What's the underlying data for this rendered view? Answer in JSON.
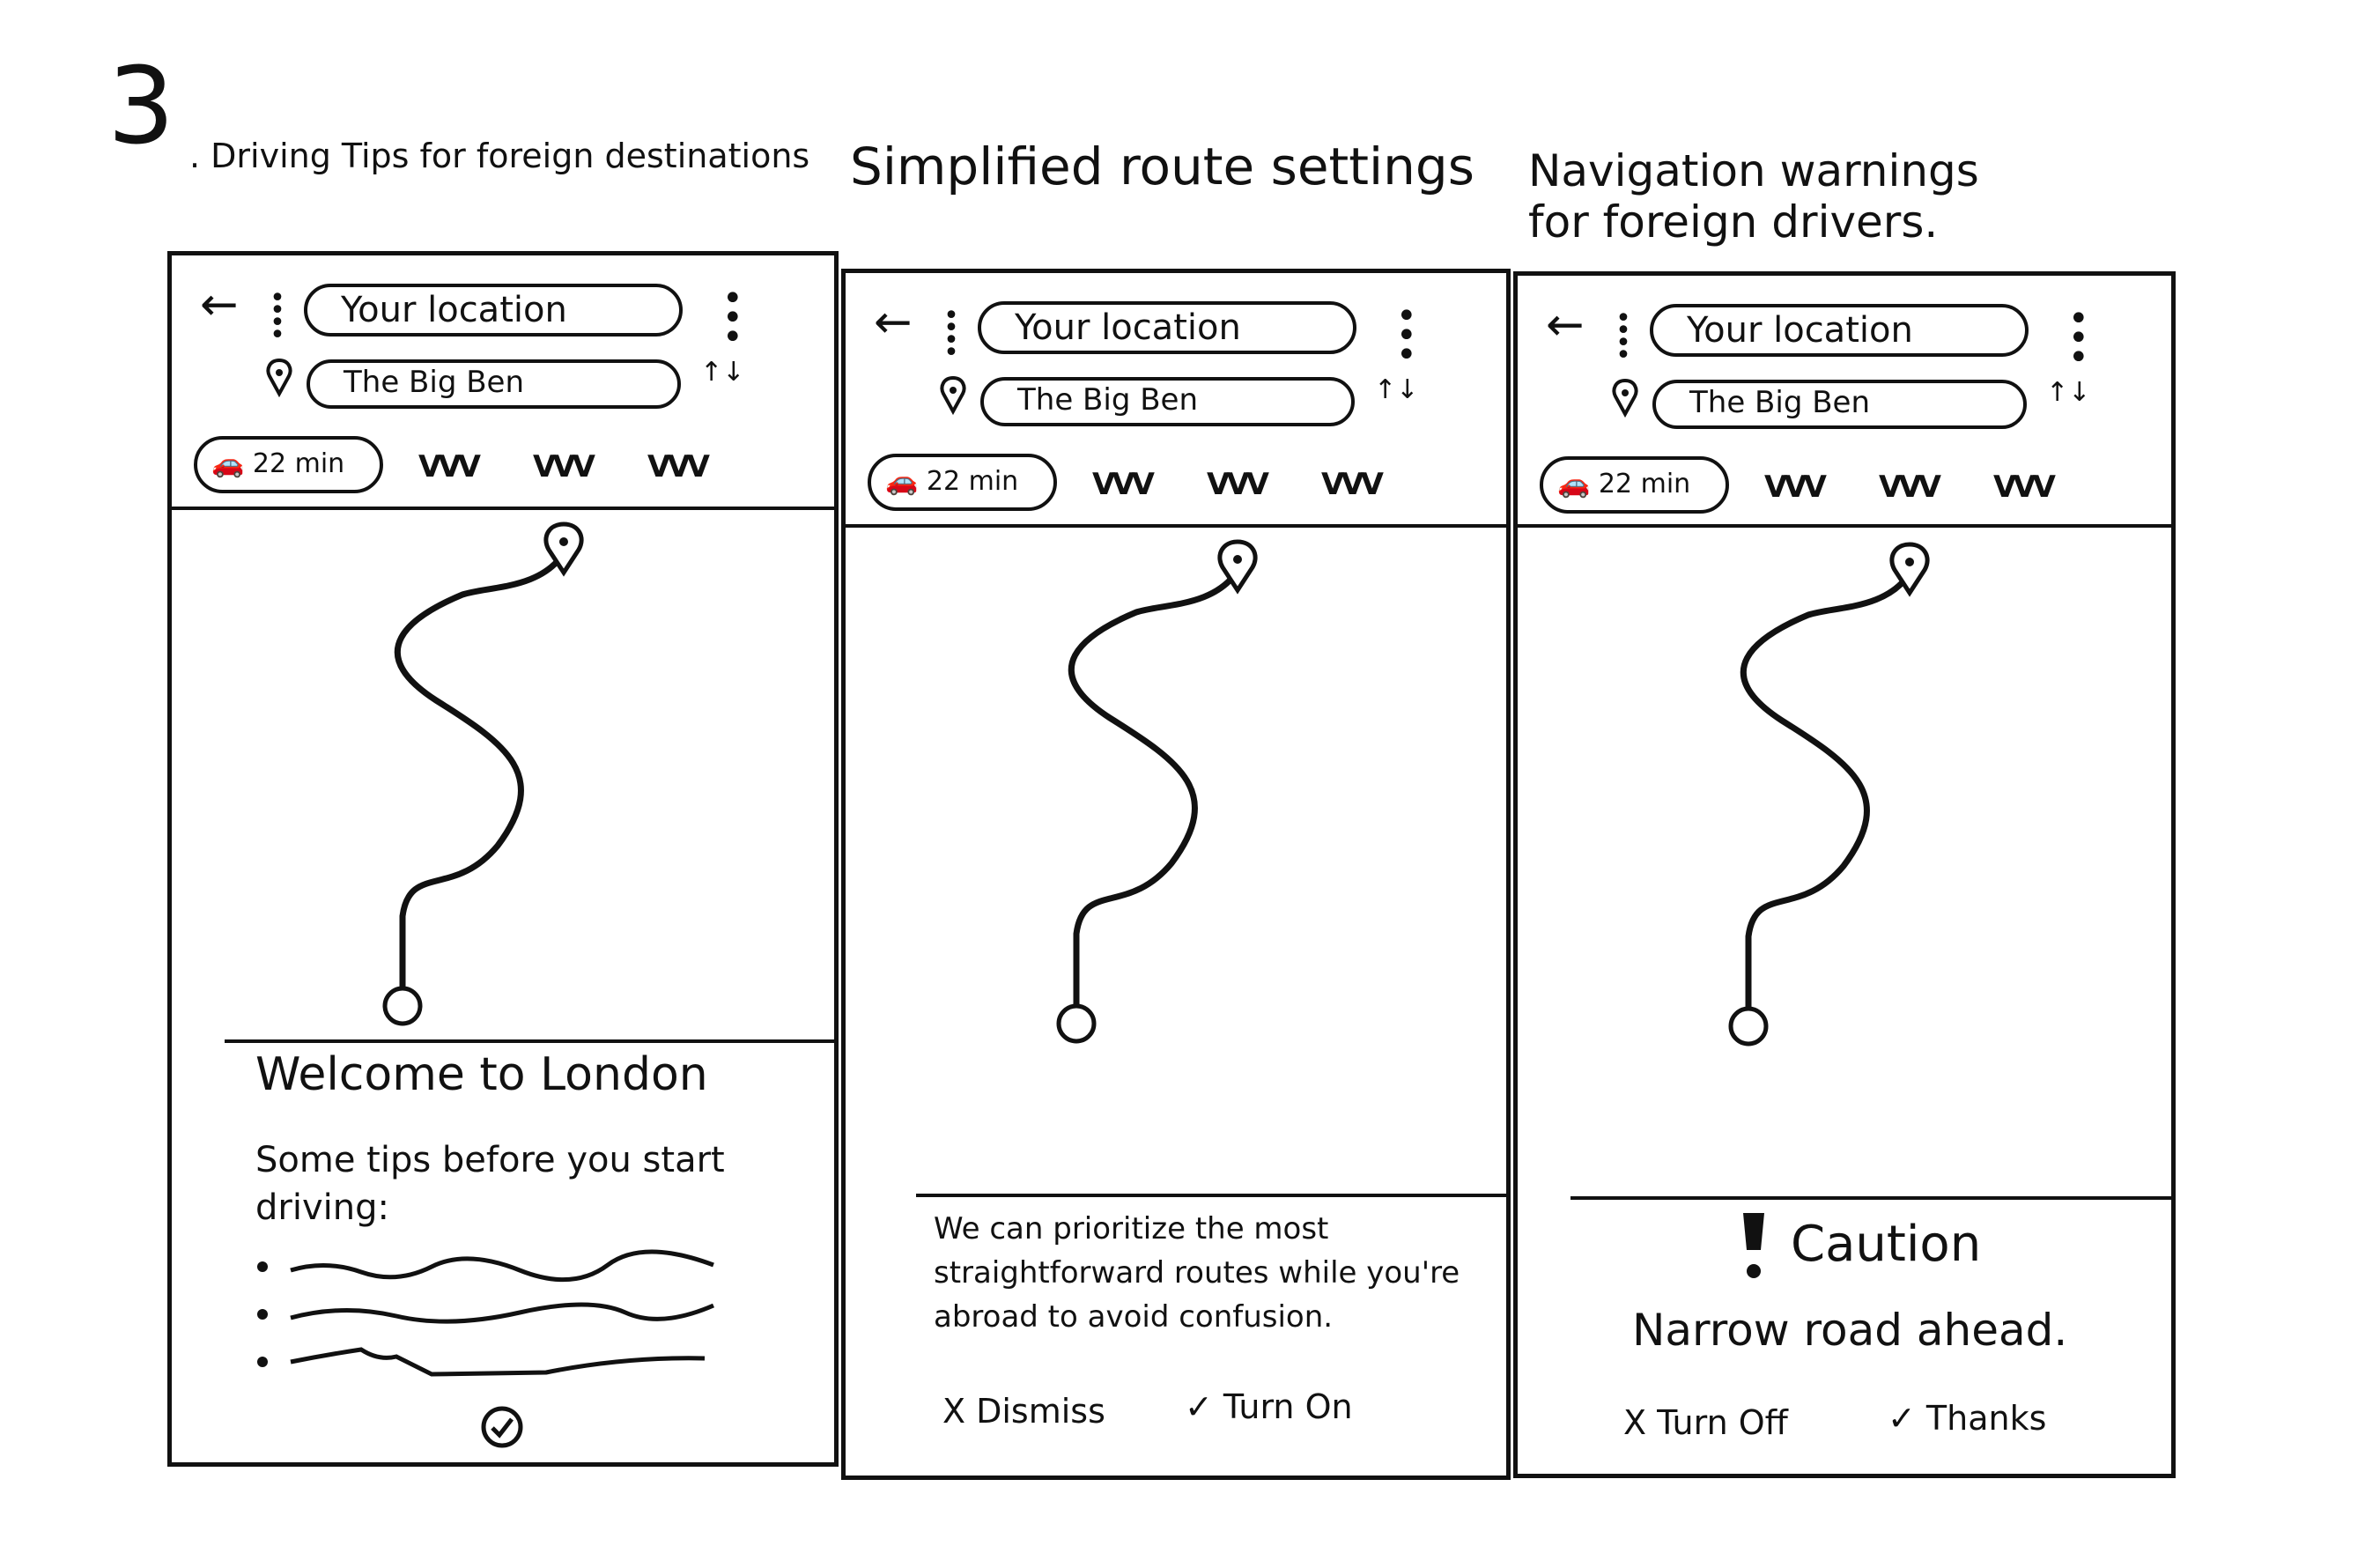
{
  "sketch": {
    "step_number": "3",
    "headings": [
      ". Driving Tips for foreign destinations",
      "Simplified route settings",
      "Navigation warnings for foreign drivers."
    ]
  },
  "screens": [
    {
      "origin_value": "Your location",
      "destination_value": "The Big Ben",
      "mode_selected": "22 min",
      "bottom_panel": {
        "title": "Welcome to London",
        "subtitle": "Some tips before you start driving:",
        "tips": [
          "",
          "",
          ""
        ]
      }
    },
    {
      "origin_value": "Your location",
      "destination_value": "The Big Ben",
      "mode_selected": "22 min",
      "bottom_panel": {
        "message": "We can prioritize the most straightforward routes while you're abroad to avoid confusion.",
        "dismiss_label": "X Dismiss",
        "confirm_label": "✓ Turn On"
      }
    },
    {
      "origin_value": "Your location",
      "destination_value": "The Big Ben",
      "mode_selected": "22 min",
      "bottom_panel": {
        "title": "Caution",
        "message": "Narrow road ahead.",
        "turn_off_label": "X Turn Off",
        "thanks_label": "✓ Thanks"
      }
    }
  ],
  "icons": {
    "back": "arrow-left-icon",
    "menu": "kebab-menu-icon",
    "swap": "swap-arrows-icon",
    "car": "car-icon",
    "destination": "destination-pin-icon",
    "origin": "origin-circle-icon",
    "confirm": "check-circle-icon",
    "warning": "exclamation-icon"
  }
}
